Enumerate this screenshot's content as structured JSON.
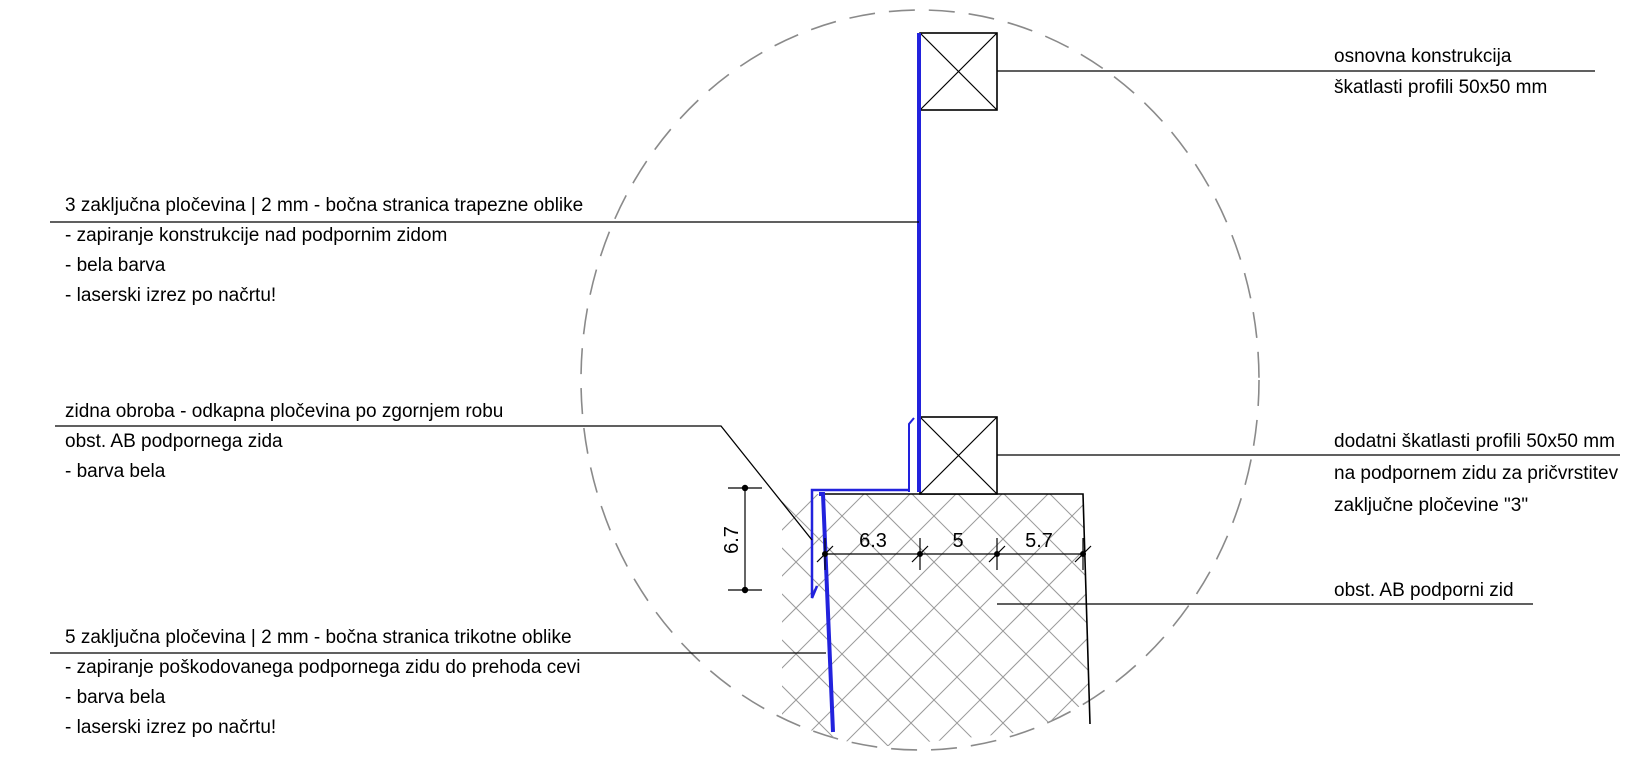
{
  "colors": {
    "line": "#000000",
    "sheet_metal": "#2222dd",
    "detail_circle": "#8a8a8a",
    "hatch": "#9a9a9a"
  },
  "labels": {
    "structure": [
      "osnovna konstrukcija",
      "škatlasti profili 50x50 mm"
    ],
    "sheet3": [
      "3 zaključna pločevina | 2 mm - bočna stranica trapezne oblike",
      "- zapiranje konstrukcije nad podpornim zidom",
      "- bela barva",
      "- laserski izrez po načrtu!"
    ],
    "flashing": [
      "zidna obroba - odkapna pločevina po zgornjem robu",
      "obst. AB podpornega zida",
      "- barva bela"
    ],
    "extra_profiles": [
      "dodatni škatlasti profili 50x50 mm",
      "na podpornem zidu za pričvrstitev",
      "zaključne pločevine \"3\""
    ],
    "wall": "obst. AB podporni zid",
    "sheet5": [
      "5 zaključna pločevina | 2 mm - bočna stranica trikotne oblike",
      "- zapiranje poškodovanega podpornega zidu do prehoda cevi",
      "- barva bela",
      "- laserski izrez po načrtu!"
    ]
  },
  "dimensions": {
    "wall_height": "6.7",
    "segment_1": "6.3",
    "segment_2": "5",
    "segment_3": "5.7"
  }
}
